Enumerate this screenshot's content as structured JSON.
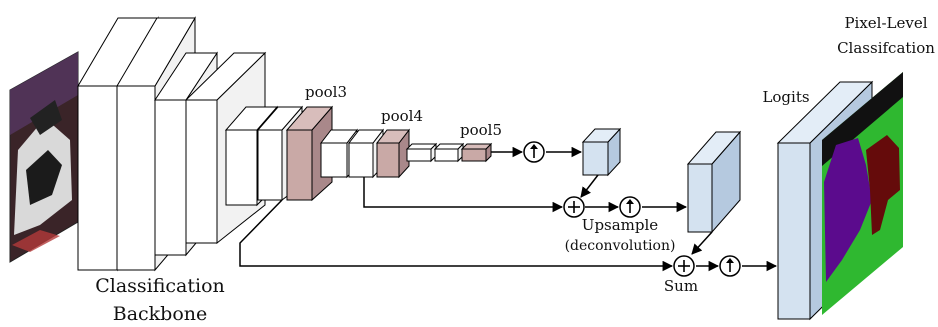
{
  "labels": {
    "pool3": "pool3",
    "pool4": "pool4",
    "pool5": "pool5",
    "backbone_line1": "Classification",
    "backbone_line2": "Backbone",
    "upsample_line1": "Upsample",
    "upsample_line2": "(deconvolution)",
    "sum": "Sum",
    "logits": "Logits",
    "output_line1": "Pixel-Level",
    "output_line2": "Classifcation"
  },
  "colors": {
    "layer_fill": "#ffffff",
    "pool_fill": "#c9a9a6",
    "pool_side": "#a9888a",
    "upsample_fill": "#d4e2f0",
    "upsample_side": "#b5c9df",
    "line": "#000000",
    "seg_background": "#2fb830",
    "seg_dog_purple": "#5b0b8d",
    "seg_dog_red": "#650b0b"
  },
  "icons": {
    "input_photo": "dog-photo-image",
    "segmentation_output": "segmentation-map-image",
    "upsample_op": "up-arrow-circle-icon",
    "sum_op": "plus-circle-icon"
  }
}
